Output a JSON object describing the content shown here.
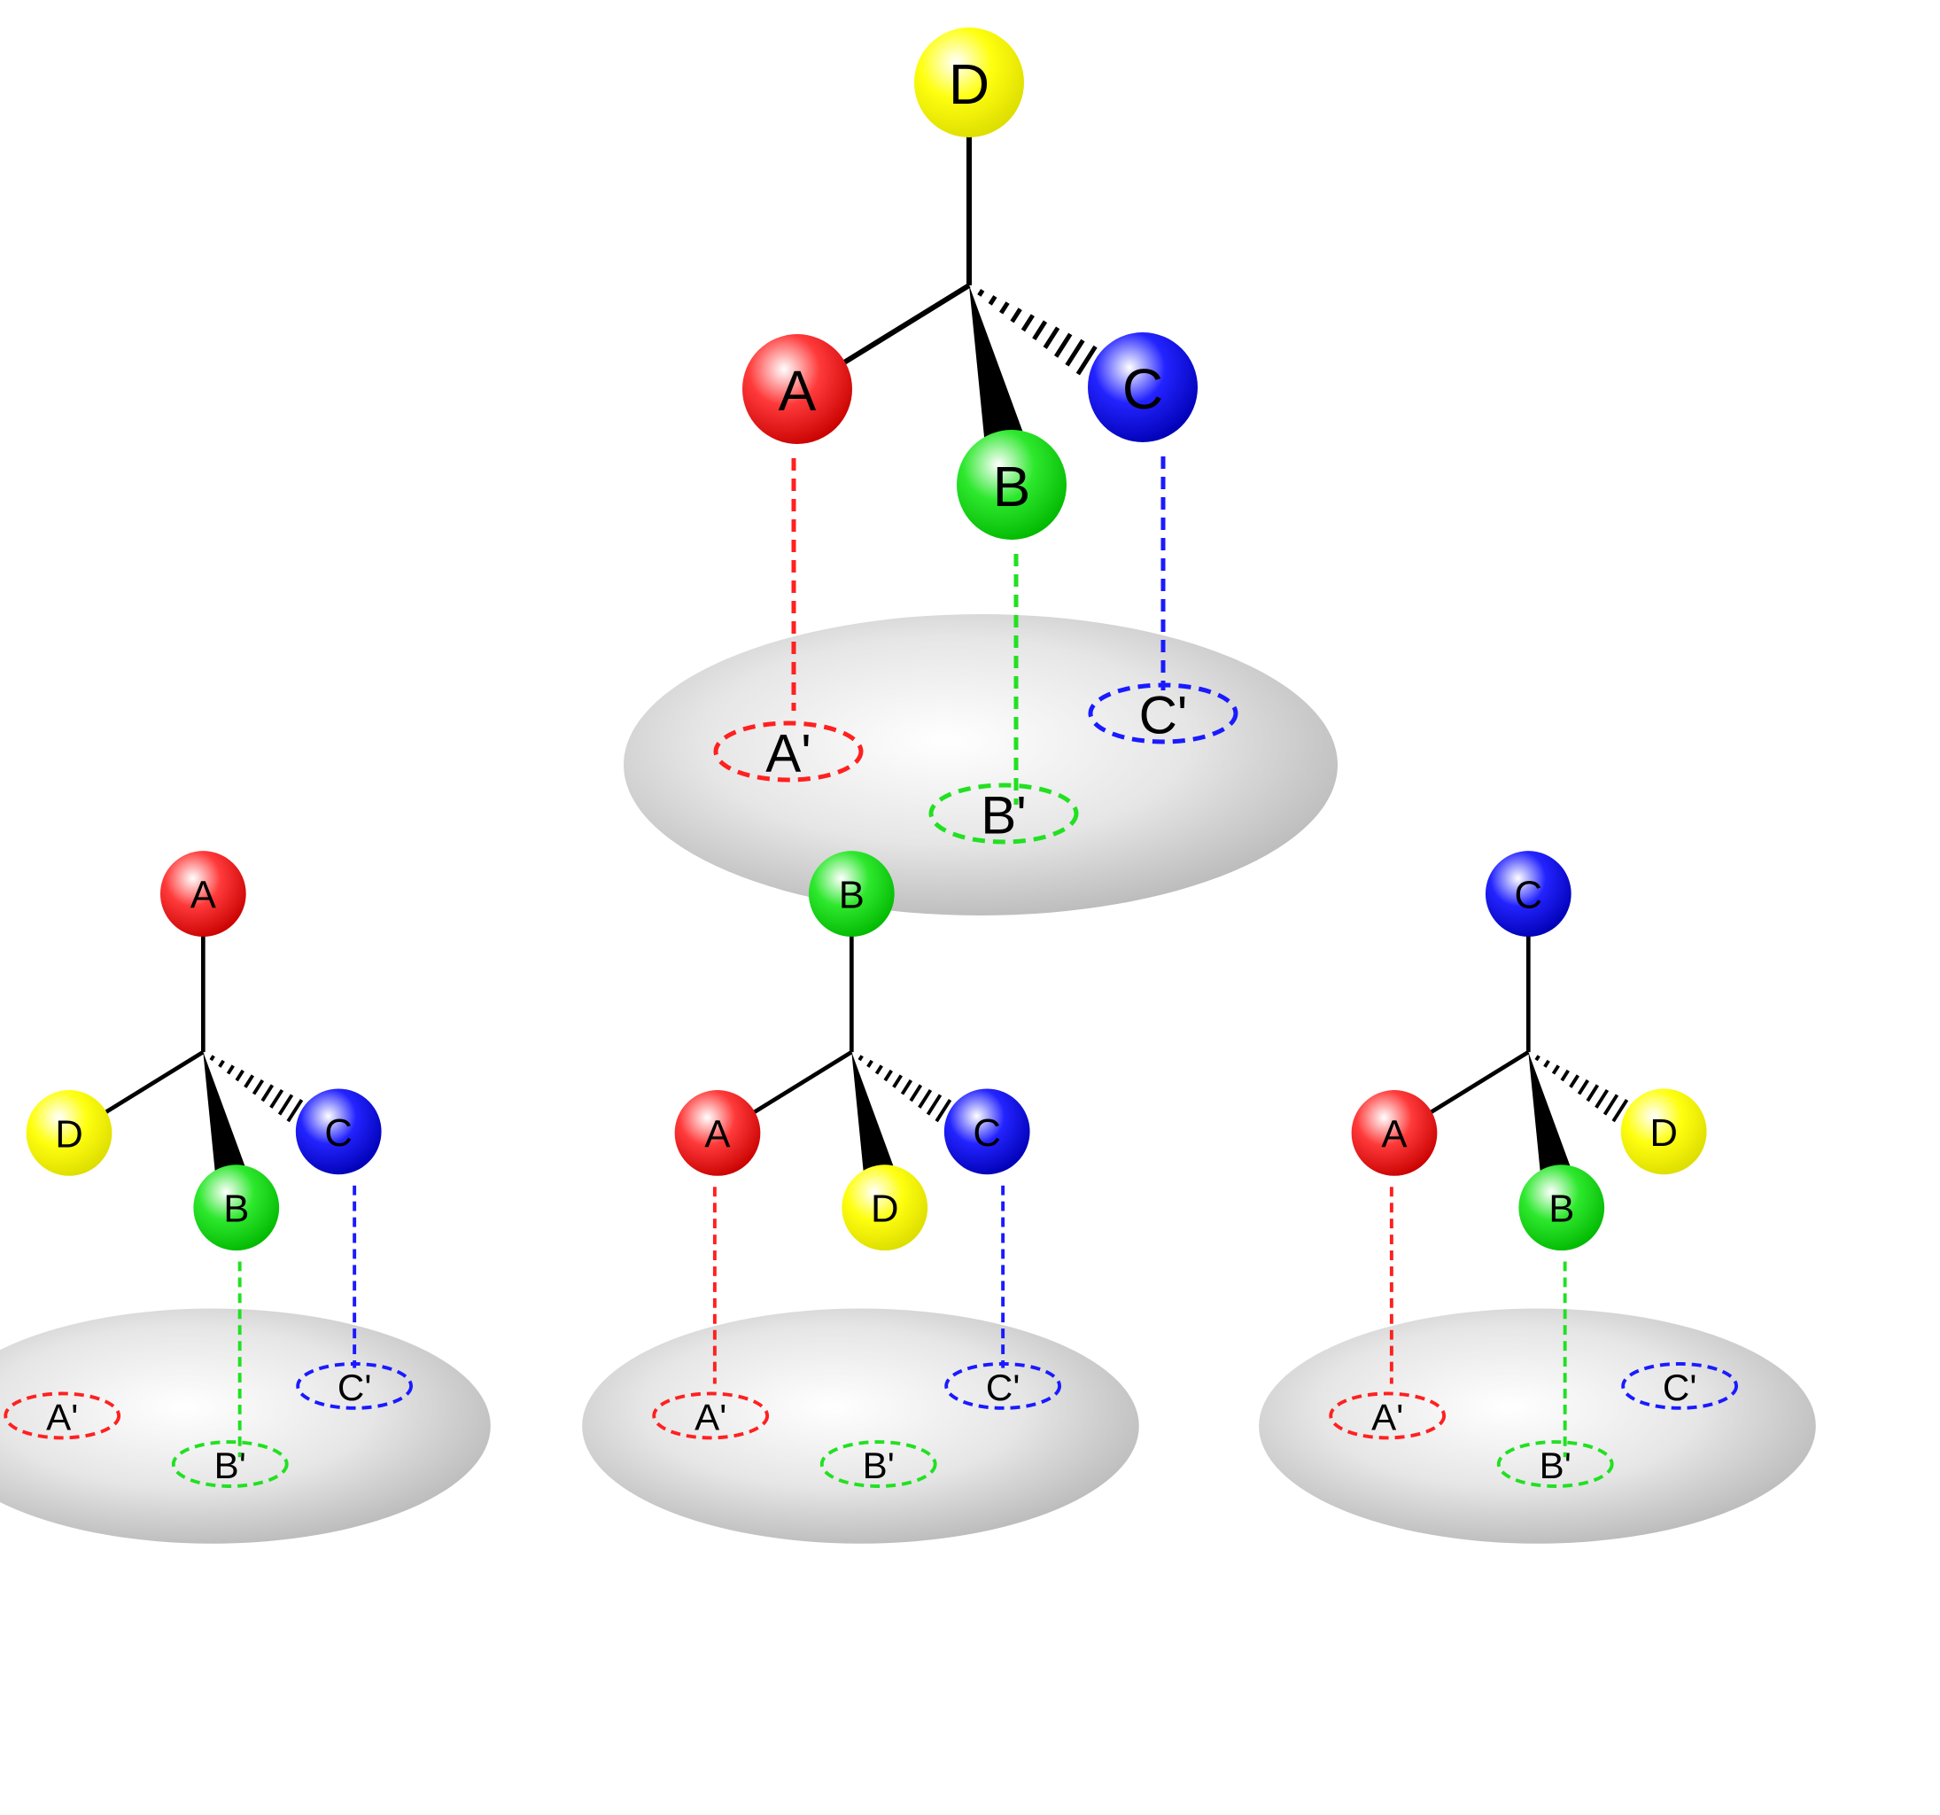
{
  "colors": {
    "A": "#ff2020",
    "B": "#22e022",
    "C": "#1a1aff",
    "D": "#ffff00",
    "bond": "#000000",
    "surface": "#d4d4d4"
  },
  "atom_labels": {
    "A": "A",
    "B": "B",
    "C": "C",
    "D": "D"
  },
  "site_labels": {
    "A": "A'",
    "B": "B'",
    "C": "C'"
  },
  "diagrams": [
    {
      "id": "main",
      "top": "D",
      "left": "A",
      "front": "B",
      "back": "C"
    },
    {
      "id": "swap-a",
      "top": "A",
      "left": "D",
      "front": "B",
      "back": "C"
    },
    {
      "id": "swap-b",
      "top": "B",
      "left": "A",
      "front": "D",
      "back": "C"
    },
    {
      "id": "swap-c",
      "top": "C",
      "left": "A",
      "front": "B",
      "back": "D"
    }
  ]
}
